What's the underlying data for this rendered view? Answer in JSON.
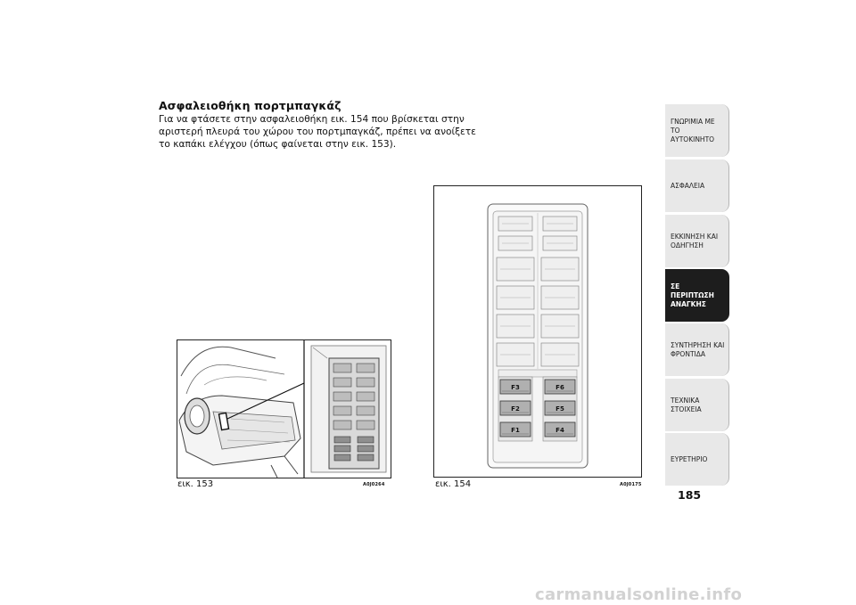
{
  "section": {
    "heading": "Ασφαλειοθήκη πορτμπαγκάζ",
    "body_lines": [
      "Για να φτάσετε στην ασφαλειοθήκη εικ. 154 που βρίσκεται στην",
      "αριστερή πλευρά του χώρου του πορτμπαγκάζ, πρέπει να ανοίξετε",
      "το καπάκι ελέγχου (όπως φαίνεται στην εικ. 153)."
    ]
  },
  "figures": [
    {
      "caption": "εικ. 153",
      "code": "A0J0264"
    },
    {
      "caption": "εικ. 154",
      "code": "A0J0175"
    }
  ],
  "fuses": {
    "left": [
      "F3",
      "F2",
      "F1"
    ],
    "right": [
      "F6",
      "F5",
      "F4"
    ]
  },
  "tabs": [
    {
      "label": "ΓΝΩΡΙΜΙΑ ΜΕ ΤΟ\nΑΥΤΟΚΙΝΗΤΟ",
      "active": false
    },
    {
      "label": "ΑΣΦΑΛΕΙΑ",
      "active": false
    },
    {
      "label": "ΕΚΚΙΝΗΣΗ ΚΑΙ\nΟΔΗΓΗΣΗ",
      "active": false
    },
    {
      "label": "ΣΕ ΠΕΡΙΠΤΩΣΗ\nΑΝΑΓΚΗΣ",
      "active": true
    },
    {
      "label": "ΣΥΝΤΗΡΗΣΗ ΚΑΙ\nΦΡΟΝΤΙΔΑ",
      "active": false
    },
    {
      "label": "ΤΕΧΝΙΚΑ ΣΤΟΙΧΕΙΑ",
      "active": false
    },
    {
      "label": "ΕΥΡΕΤΗΡΙΟ",
      "active": false
    }
  ],
  "page_number": "185",
  "watermark": "carmanualsonline.info",
  "colors": {
    "active_tab": "#1d1d1d",
    "tab": "#e8e8e8",
    "fuse_fill": "#b0b0b0"
  }
}
